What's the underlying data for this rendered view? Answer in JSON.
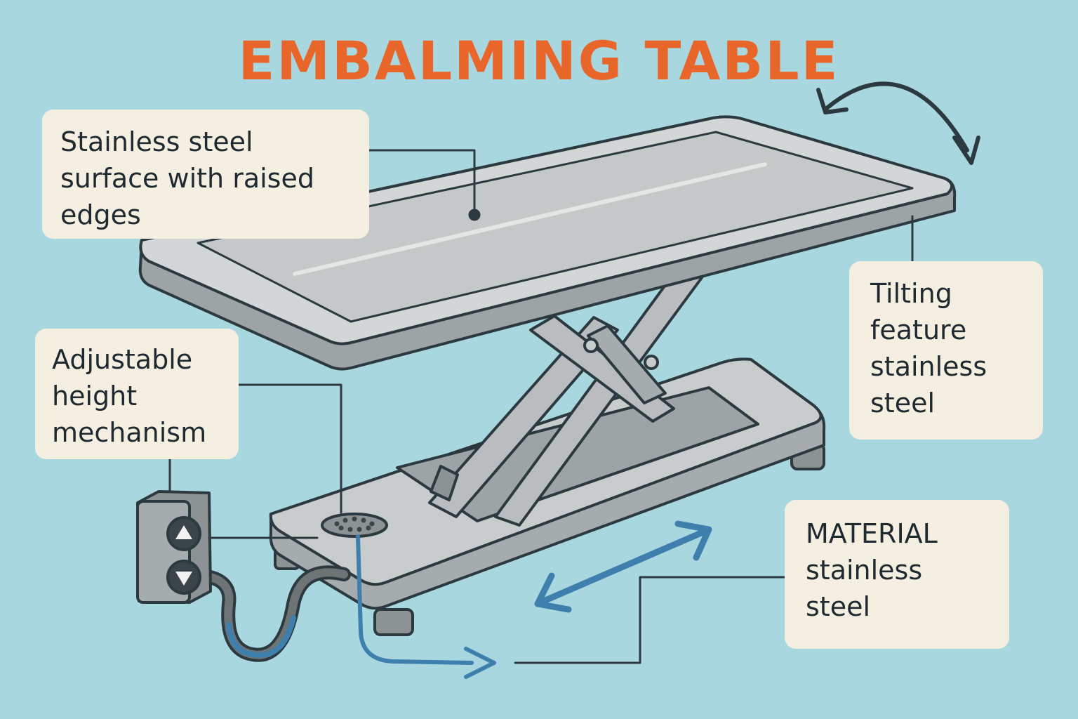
{
  "title": "EMBALMING TABLE",
  "callouts": {
    "surface": "Stainless steel\nsurface with raised\nedges",
    "height": "Adjustable\nheight\nmechanism",
    "tilt": "Tilting\nfeature\nstainless\nsteel",
    "material": "MATERIAL\nstainless\nsteel"
  },
  "icons": {
    "up": "triangle-up-icon",
    "down": "triangle-down-icon",
    "tilt": "curved-double-arrow-icon",
    "slide": "double-arrow-icon",
    "flow": "arrow-right-icon"
  },
  "colors": {
    "background": "#a9d7e0",
    "title": "#e8662a",
    "callout_bg": "#f5efe2",
    "steel": "#c9cccc",
    "steel_dark": "#9ea3a5",
    "outline": "#2c3a40",
    "arrow_blue": "#3f7fae"
  }
}
